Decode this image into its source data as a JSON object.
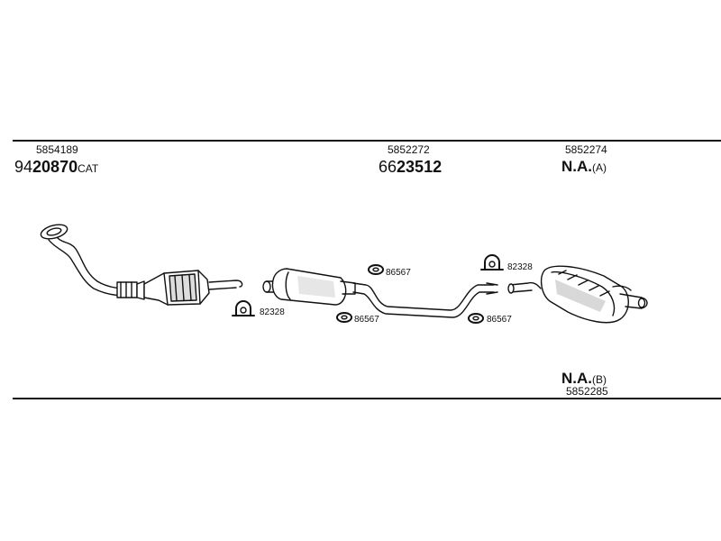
{
  "groups": {
    "cat": {
      "oe": "5854189",
      "prefix": "94",
      "number": "20870",
      "suffix": "CAT"
    },
    "mid": {
      "oe": "5852272",
      "prefix": "66",
      "number": "23512"
    },
    "rear_a": {
      "oe": "5852274",
      "number": "N.A.",
      "suffix": "(A)"
    },
    "rear_b": {
      "oe": "5852285",
      "number": "N.A.",
      "suffix": "(B)"
    }
  },
  "hardware": {
    "clamp_1": "82328",
    "mount_1": "86567",
    "mount_2": "86567",
    "mount_3": "86567",
    "clamp_2": "82328"
  },
  "colors": {
    "line": "#111111",
    "fill": "#ffffff",
    "shade": "#bdbdbd"
  }
}
